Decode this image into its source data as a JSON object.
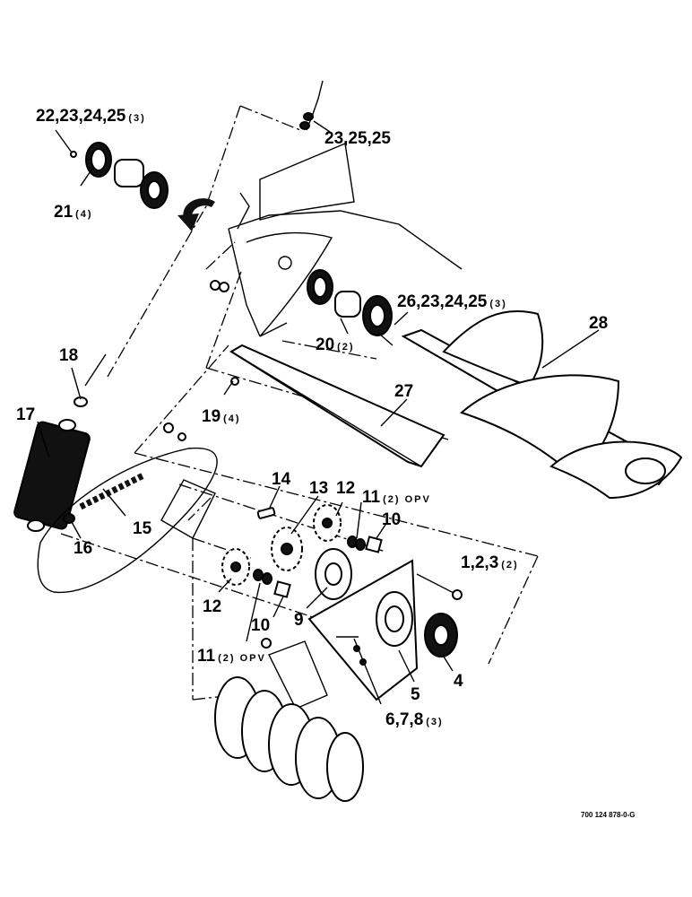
{
  "callouts": {
    "c1": {
      "label": "22,23,24,25",
      "qty": "(3)"
    },
    "c2": {
      "label": "23,25,25",
      "qty": ""
    },
    "c3": {
      "label": "21",
      "qty": "(4)"
    },
    "c4": {
      "label": "26,23,24,25",
      "qty": "(3)"
    },
    "c5": {
      "label": "28",
      "qty": ""
    },
    "c6": {
      "label": "20",
      "qty": "(2)"
    },
    "c7": {
      "label": "18",
      "qty": ""
    },
    "c8": {
      "label": "27",
      "qty": ""
    },
    "c9": {
      "label": "17",
      "qty": ""
    },
    "c10": {
      "label": "19",
      "qty": "(4)"
    },
    "c11": {
      "label": "14",
      "qty": ""
    },
    "c12": {
      "label": "13",
      "qty": ""
    },
    "c13": {
      "label": "12",
      "qty": ""
    },
    "c14": {
      "label": "11",
      "qty": "(2) OPV"
    },
    "c15": {
      "label": "10",
      "qty": ""
    },
    "c16": {
      "label": "15",
      "qty": ""
    },
    "c17": {
      "label": "16",
      "qty": ""
    },
    "c18": {
      "label": "1,2,3",
      "qty": "(2)"
    },
    "c19": {
      "label": "12",
      "qty": ""
    },
    "c20": {
      "label": "9",
      "qty": ""
    },
    "c21": {
      "label": "10",
      "qty": ""
    },
    "c22": {
      "label": "4",
      "qty": ""
    },
    "c23": {
      "label": "11",
      "qty": "(2) OPV"
    },
    "c24": {
      "label": "5",
      "qty": ""
    },
    "c25": {
      "label": "6,7,8",
      "qty": "(3)"
    }
  },
  "drawing_number": "700 124 878-0-G"
}
